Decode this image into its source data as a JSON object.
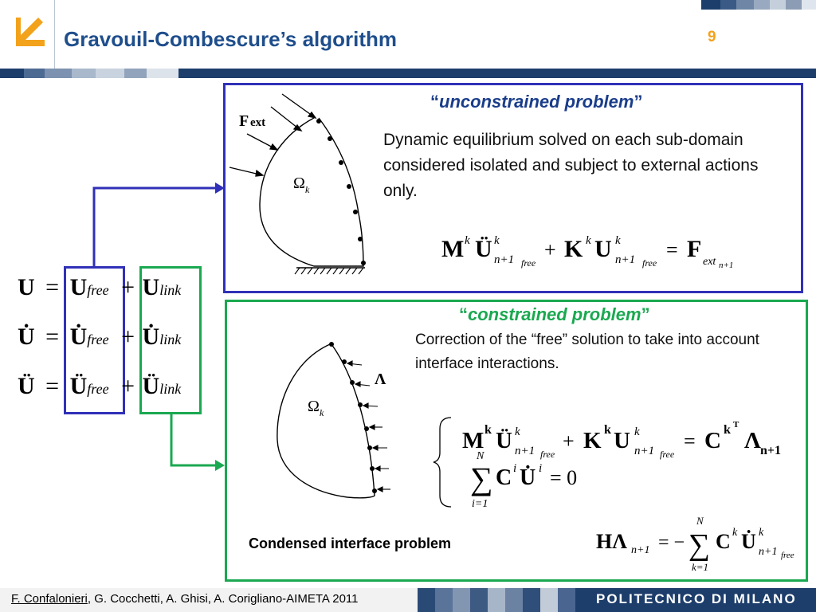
{
  "header": {
    "title": "Gravouil-Combescure’s algorithm",
    "page_number": "9",
    "accent_color": "#f3a21b",
    "title_color": "#1f4e8c",
    "logo_icon": "arrow-down-left-icon"
  },
  "unconstrained": {
    "heading_open": "“",
    "heading": "unconstrained problem",
    "heading_close": "”",
    "description": "Dynamic equilibrium solved on each sub-domain considered isolated and subject to external actions only.",
    "force_label": "F",
    "force_sub": "ext",
    "domain_label": "Ω",
    "domain_sub": "k",
    "equation": {
      "M": "M",
      "k1": "k",
      "Udd": "Ü",
      "kk1": "k",
      "sub1": "n+1",
      "free1": "free",
      "plus": "+",
      "K": "K",
      "k2": "k",
      "U": "U",
      "kk2": "k",
      "sub2": "n+1",
      "free2": "free",
      "eq": "=",
      "F": "F",
      "ext": "ext",
      "n1": "n+1"
    },
    "box_color": "#3030b8"
  },
  "constrained": {
    "heading_open": "“",
    "heading": "constrained problem",
    "heading_close": "”",
    "description": "Correction of the “free” solution to take into account interface interactions.",
    "lambda_label": "Λ",
    "domain_label": "Ω",
    "domain_sub": "k",
    "eq1": {
      "M": "M",
      "k1": "k",
      "Udd": "Ü",
      "kk1": "k",
      "sub1": "n+1",
      "free1": "free",
      "plus": "+",
      "K": "K",
      "k2": "k",
      "U": "U",
      "kk2": "k",
      "sub2": "n+1",
      "free2": "free",
      "eq": "=",
      "C": "C",
      "kT": "k",
      "T": "T",
      "L": "Λ",
      "Lsub": "n+1"
    },
    "eq2": {
      "N": "N",
      "sum": "∑",
      "i1": "i=1",
      "C": "C",
      "ci": "i",
      "Ud": "U̇",
      "ui": "i",
      "rhs": "= 0"
    },
    "box_color": "#1aa850"
  },
  "condensed": {
    "label": "Condensed interface problem",
    "eq": {
      "H": "HΛ",
      "sub": "n+1",
      "eq": "= −",
      "N": "N",
      "sum": "∑",
      "k1": "k=1",
      "C": "C",
      "ck": "k",
      "Ud": "U̇",
      "uk": "k",
      "sub2": "n+1",
      "free": "free"
    }
  },
  "decomposition": {
    "rows": [
      {
        "lhs": "U",
        "eq": "=",
        "a": "U",
        "a_sub": "free",
        "plus": "+",
        "b": "U",
        "b_sub": "link"
      },
      {
        "lhs": "U̇",
        "eq": "=",
        "a": "U̇",
        "a_sub": "free",
        "plus": "+",
        "b": "U̇",
        "b_sub": "link"
      },
      {
        "lhs": "Ü",
        "eq": "=",
        "a": "Ü",
        "a_sub": "free",
        "plus": "+",
        "b": "Ü",
        "b_sub": "link"
      }
    ]
  },
  "footer": {
    "author_underlined": "F. Confalonieri",
    "authors_rest": ", G. Cocchetti, A. Ghisi, A. Corigliano-AIMETA 2011",
    "brand": "POLITECNICO DI MILANO",
    "brand_color": "#1d3e6b"
  }
}
